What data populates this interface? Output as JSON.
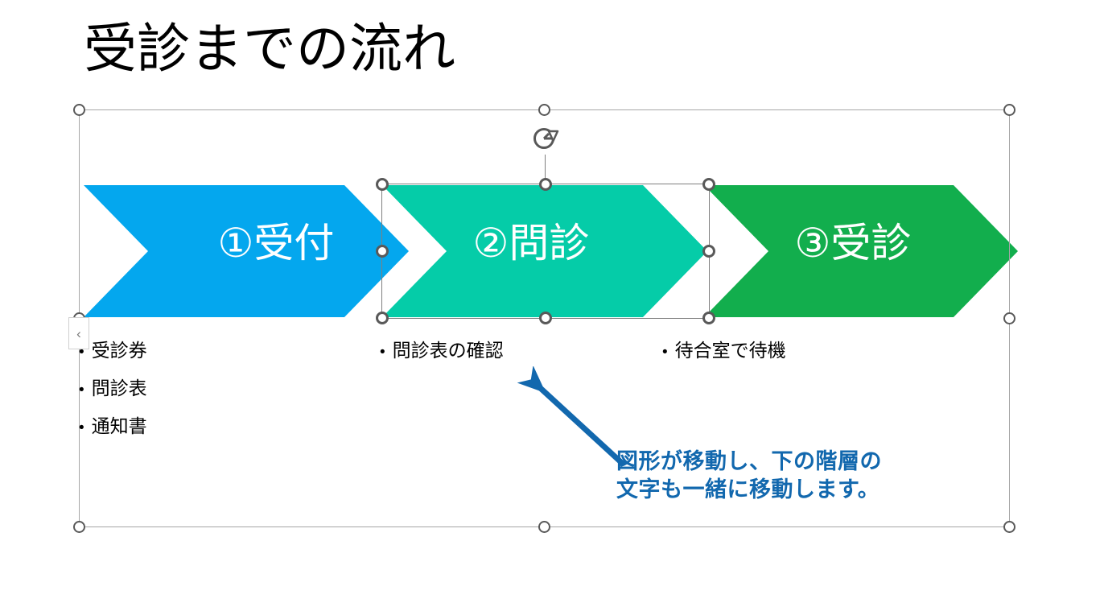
{
  "slide": {
    "title": "受診までの流れ",
    "background": "#ffffff"
  },
  "colors": {
    "step1": "#04A7EE",
    "step2": "#05CCA8",
    "step3": "#12AE4D",
    "annotation": "#1268AE",
    "selection_handle_border": "#595959",
    "selection_frame": "#7f7f7f",
    "outer_frame": "#a6a6a6",
    "label_text": "#ffffff"
  },
  "smartart": {
    "steps": [
      {
        "label": "①受付",
        "color": "#04A7EE",
        "selected": false,
        "bullets": [
          "受診券",
          "問診表",
          "通知書"
        ]
      },
      {
        "label": "②問診",
        "color": "#05CCA8",
        "selected": true,
        "bullets": [
          "問診表の確認"
        ]
      },
      {
        "label": "③受診",
        "color": "#12AE4D",
        "selected": false,
        "bullets": [
          "待合室で待機"
        ]
      }
    ],
    "bullet_glyph": "•"
  },
  "controls": {
    "textpane_toggle_label": "‹",
    "rotate_handle_name": "rotate-handle"
  },
  "annotation": {
    "line1": "図形が移動し、下の階層の",
    "line2": "文字も一緒に移動します。",
    "color": "#1268AE"
  }
}
